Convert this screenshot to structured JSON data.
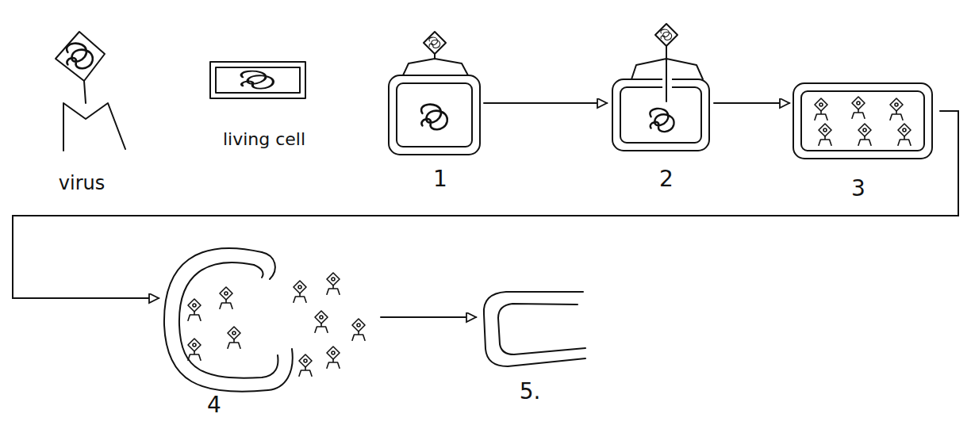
{
  "diagram": {
    "nodes": [
      {
        "text": [
          "virus"
        ]
      },
      {
        "text": [
          "living cell"
        ]
      },
      {
        "text": [
          "1"
        ]
      },
      {
        "text": [
          "2"
        ]
      },
      {
        "text": [
          "3"
        ]
      },
      {
        "text": [
          "4"
        ]
      },
      {
        "text": [
          "5."
        ]
      }
    ],
    "edges": [
      {
        "from": 2,
        "to": 3,
        "arrow": "to"
      },
      {
        "from": 3,
        "to": 4,
        "arrow": "to"
      },
      {
        "from": 4,
        "to": 5,
        "arrow": "to"
      },
      {
        "from": 5,
        "to": 6,
        "arrow": "to"
      }
    ]
  }
}
